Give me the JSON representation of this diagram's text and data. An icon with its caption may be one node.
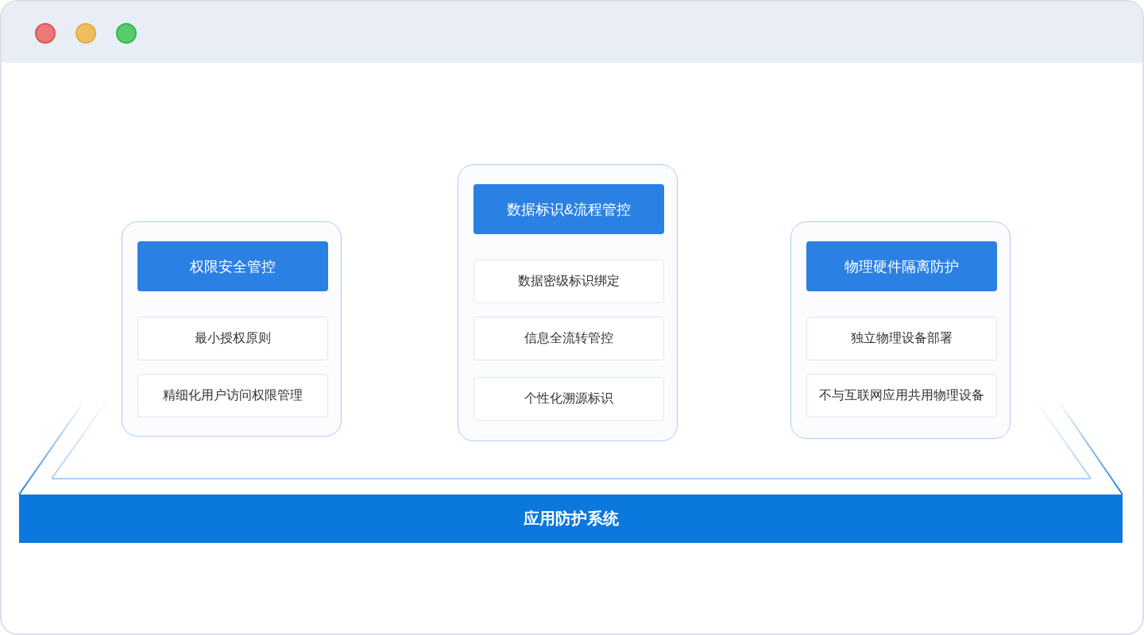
{
  "diagram": {
    "nodes": [
      {
        "text": [],
        "shape": "box"
      },
      {
        "text": [
          "权限安全管控"
        ],
        "in": 0
      },
      {
        "text": [
          "最小授权原则"
        ],
        "in": 0
      },
      {
        "text": [
          "精细化用户访问权限管理"
        ],
        "in": 0
      },
      {
        "text": [],
        "shape": "box"
      },
      {
        "text": [
          "数据标识&流程管控"
        ],
        "in": 4
      },
      {
        "text": [
          "数据密级标识绑定"
        ],
        "in": 4
      },
      {
        "text": [
          "信息全流转管控"
        ],
        "in": 4
      },
      {
        "text": [
          "个性化溯源标识"
        ],
        "in": 4
      },
      {
        "text": [],
        "shape": "box"
      },
      {
        "text": [
          "物理硬件隔离防护"
        ],
        "in": 9
      },
      {
        "text": [
          "独立物理设备部署"
        ],
        "in": 9
      },
      {
        "text": [
          "不与互联网应用共用物理设备"
        ],
        "in": 9
      },
      {
        "text": [
          "应用防护系统"
        ]
      }
    ]
  }
}
